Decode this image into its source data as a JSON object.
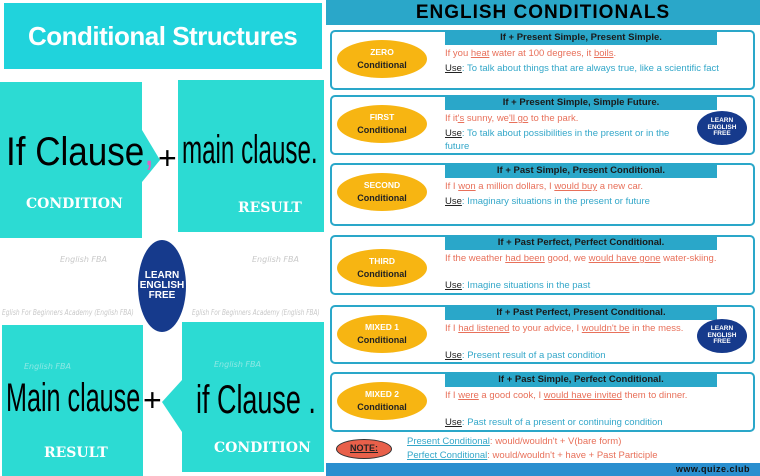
{
  "left": {
    "title": "Conditional Structures",
    "top_row": {
      "if_clause": "If Clause",
      "comma": ",",
      "plus": "+",
      "main_clause": "main clause.",
      "condition_label": "CONDITION",
      "result_label": "RESULT"
    },
    "bottom_row": {
      "main_clause": "Main clause",
      "plus": "+",
      "if_clause": "if Clause .",
      "result_label": "RESULT",
      "condition_label": "CONDITION"
    },
    "logo": {
      "lines": [
        "LEARN",
        "ENGLISH",
        "FREE"
      ]
    },
    "watermarks": [
      "English FBA",
      "English FBA",
      "Eglish For Beginners Academy (English FBA)",
      "Eglish For Beginners Academy (English FBA)",
      "English FBA",
      "English FBA"
    ]
  },
  "right": {
    "title": "ENGLISH CONDITIONALS",
    "use_label": "Use",
    "cards": [
      {
        "type": "ZERO",
        "label": "Conditional",
        "formula": "If + Present Simple, Present Simple.",
        "example": [
          {
            "t": "If you "
          },
          {
            "t": "heat",
            "u": true
          },
          {
            "t": " water at 100 degrees, it "
          },
          {
            "t": "boils",
            "u": true
          },
          {
            "t": "."
          }
        ],
        "use": "To talk about things that are always true, like a scientific fact"
      },
      {
        "type": "FIRST",
        "label": "Conditional",
        "formula": "If + Present Simple, Simple Future.",
        "example": [
          {
            "t": "If it"
          },
          {
            "t": "'s",
            "u": true
          },
          {
            "t": " sunny, we"
          },
          {
            "t": "'ll go",
            "u": true
          },
          {
            "t": " to the park."
          }
        ],
        "use": "To talk about possibilities in the present or in the future",
        "logo": true
      },
      {
        "type": "SECOND",
        "label": "Conditional",
        "formula": "If + Past Simple, Present Conditional.",
        "example": [
          {
            "t": "If I "
          },
          {
            "t": "won",
            "u": true
          },
          {
            "t": " a million dollars, I "
          },
          {
            "t": "would buy",
            "u": true
          },
          {
            "t": " a new car."
          }
        ],
        "use": "Imaginary situations in the present or future"
      },
      {
        "type": "THIRD",
        "label": "Conditional",
        "formula": "If + Past Perfect, Perfect Conditional.",
        "example": [
          {
            "t": "If the weather "
          },
          {
            "t": "had been",
            "u": true
          },
          {
            "t": " good, we "
          },
          {
            "t": "would have gone",
            "u": true
          },
          {
            "t": " water-skiing."
          }
        ],
        "use": "Imagine situations in the past"
      },
      {
        "type": "MIXED 1",
        "label": "Conditional",
        "formula": "If + Past Perfect, Present Conditional.",
        "example": [
          {
            "t": "If I "
          },
          {
            "t": "had listened",
            "u": true
          },
          {
            "t": " to your advice, I "
          },
          {
            "t": "wouldn't be",
            "u": true
          },
          {
            "t": " in the mess."
          }
        ],
        "use": "Present result of a past condition",
        "logo": true
      },
      {
        "type": "MIXED 2",
        "label": "Conditional",
        "formula": "If + Past Simple, Perfect Conditional.",
        "example": [
          {
            "t": "If I "
          },
          {
            "t": "were",
            "u": true
          },
          {
            "t": " a good cook, I "
          },
          {
            "t": "would have invited",
            "u": true
          },
          {
            "t": " them to dinner."
          }
        ],
        "use": "Past result of a present or continuing condition"
      }
    ],
    "note": {
      "label": "NOTE:",
      "lines": [
        {
          "key": "Present Conditional",
          "value": ": would/wouldn't + V(bare form)"
        },
        {
          "key": "Perfect Conditional",
          "value": ": would/wouldn't + have + Past Participle"
        }
      ]
    },
    "footer": "www.quize.club"
  },
  "colors": {
    "teal": "#2cdbd3",
    "blue_header": "#2aa7c9",
    "oval": "#f7b512",
    "example": "#e8705a",
    "use": "#33a7c9",
    "logo": "#163a8c"
  }
}
